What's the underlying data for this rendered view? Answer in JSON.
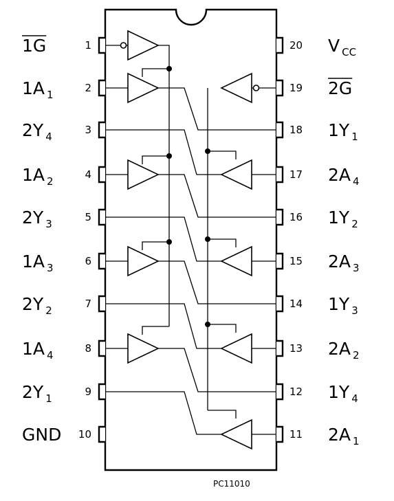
{
  "package": {
    "caption": "PC11010"
  },
  "left_pins": [
    {
      "num": "1",
      "name": "1G",
      "sub": "",
      "overline": true
    },
    {
      "num": "2",
      "name": "1A",
      "sub": "1",
      "overline": false
    },
    {
      "num": "3",
      "name": "2Y",
      "sub": "4",
      "overline": false
    },
    {
      "num": "4",
      "name": "1A",
      "sub": "2",
      "overline": false
    },
    {
      "num": "5",
      "name": "2Y",
      "sub": "3",
      "overline": false
    },
    {
      "num": "6",
      "name": "1A",
      "sub": "3",
      "overline": false
    },
    {
      "num": "7",
      "name": "2Y",
      "sub": "2",
      "overline": false
    },
    {
      "num": "8",
      "name": "1A",
      "sub": "4",
      "overline": false
    },
    {
      "num": "9",
      "name": "2Y",
      "sub": "1",
      "overline": false
    },
    {
      "num": "10",
      "name": "GND",
      "sub": "",
      "overline": false
    }
  ],
  "right_pins": [
    {
      "num": "20",
      "name": "V",
      "sub": "CC",
      "overline": false
    },
    {
      "num": "19",
      "name": "2G",
      "sub": "",
      "overline": true
    },
    {
      "num": "18",
      "name": "1Y",
      "sub": "1",
      "overline": false
    },
    {
      "num": "17",
      "name": "2A",
      "sub": "4",
      "overline": false
    },
    {
      "num": "16",
      "name": "1Y",
      "sub": "2",
      "overline": false
    },
    {
      "num": "15",
      "name": "2A",
      "sub": "3",
      "overline": false
    },
    {
      "num": "14",
      "name": "1Y",
      "sub": "3",
      "overline": false
    },
    {
      "num": "13",
      "name": "2A",
      "sub": "2",
      "overline": false
    },
    {
      "num": "12",
      "name": "1Y",
      "sub": "4",
      "overline": false
    },
    {
      "num": "11",
      "name": "2A",
      "sub": "1",
      "overline": false
    }
  ]
}
